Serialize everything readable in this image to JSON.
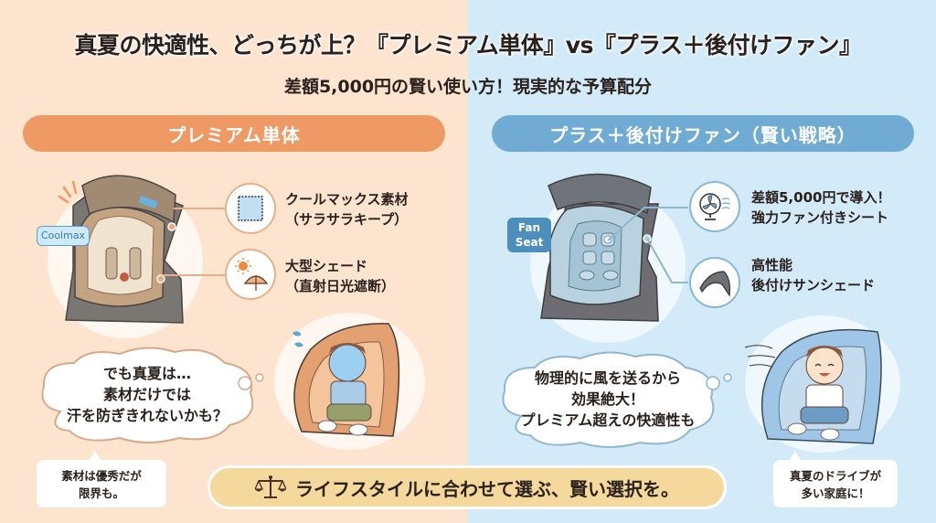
{
  "header": {
    "title": "真夏の快適性、どっちが上？『プレミアム単体』vs『プラス＋後付けファン』",
    "subtitle": "差額5,000円の賢い使い方！現実的な予算配分"
  },
  "colors": {
    "left_bg": "#fde4cf",
    "right_bg": "#d3ebf8",
    "left_accent": "#ef9a64",
    "right_accent": "#6fabd3",
    "banner_bg": "#f5d89b"
  },
  "left": {
    "heading": "プレミアム単体",
    "seat_tag": "Coolmax",
    "features": [
      {
        "icon": "cool-fabric-icon",
        "line1": "クールマックス素材",
        "line2": "（サラサラキープ）"
      },
      {
        "icon": "sun-umbrella-icon",
        "line1": "大型シェード",
        "line2": "（直射日光遮断）"
      }
    ],
    "thought": {
      "line1": "でも真夏は…",
      "line2": "素材だけでは",
      "line3": "汗を防ぎきれないかも？"
    },
    "note": {
      "line1": "素材は優秀だが",
      "line2": "限界も。"
    }
  },
  "right": {
    "heading": "プラス＋後付けファン（賢い戦略）",
    "seat_tag_line1": "Fan",
    "seat_tag_line2": "Seat",
    "features": [
      {
        "icon": "fan-icon",
        "line1": "差額5,000円で導入！",
        "line2": "強力ファン付きシート"
      },
      {
        "icon": "sunshade-icon",
        "line1": "高性能",
        "line2": "後付けサンシェード"
      }
    ],
    "thought": {
      "line1": "物理的に風を送るから",
      "line2": "効果絶大！",
      "line3": "プレミアム超えの快適性も"
    },
    "note": {
      "line1": "真夏のドライブが",
      "line2": "多い家庭に！"
    }
  },
  "footer": {
    "icon": "scales-icon",
    "message": "ライフスタイルに合わせて選ぶ、賢い選択を。"
  }
}
